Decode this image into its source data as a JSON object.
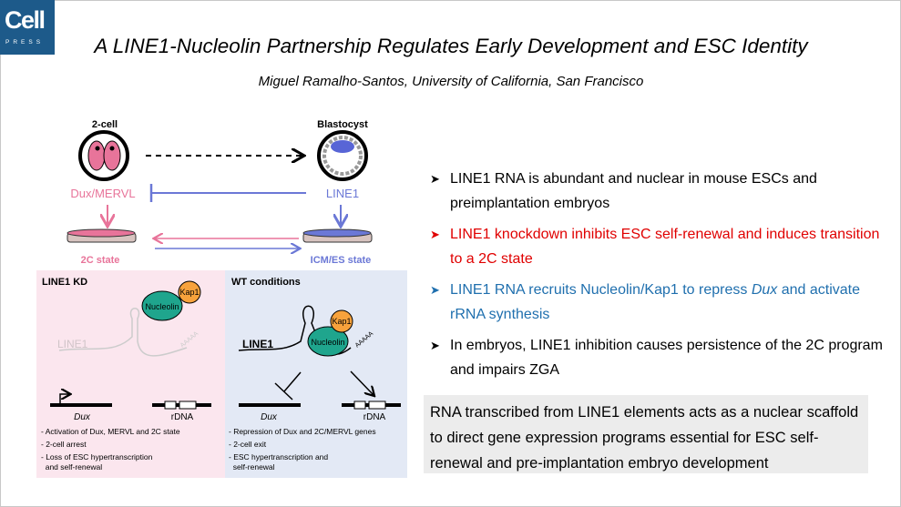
{
  "logo": {
    "word": "Cell",
    "sub": "PRESS",
    "color": "#1d5a8a"
  },
  "title": "A LINE1-Nucleolin Partnership Regulates Early Development and ESC Identity",
  "subtitle": "Miguel Ramalho-Santos, University of California, San Francisco",
  "diagram": {
    "top": {
      "two_cell": "2-cell",
      "blastocyst": "Blastocyst",
      "dux_mervl": "Dux/MERVL",
      "line1": "LINE1",
      "state_2c": "2C state",
      "state_icm": "ICM/ES state"
    },
    "kd_panel": {
      "heading": "LINE1 KD",
      "kap1": "Kap1",
      "nucleolin": "Nucleolin",
      "line1": "LINE1",
      "polya": "AAAAA",
      "dux": "Dux",
      "rdna": "rDNA",
      "notes": [
        "- Activation of Dux, MERVL and 2C state",
        "- 2-cell arrest",
        "- Loss of ESC hypertranscription",
        "  and self-renewal"
      ]
    },
    "wt_panel": {
      "heading": "WT conditions",
      "kap1": "Kap1",
      "nucleolin": "Nucleolin",
      "line1": "LINE1",
      "polya": "AAAAA",
      "dux": "Dux",
      "rdna": "rDNA",
      "notes": [
        "- Repression of Dux and 2C/MERVL genes",
        "- 2-cell exit",
        "- ESC hypertranscription and",
        "  self-renewal"
      ]
    },
    "colors": {
      "pink": "#e8749a",
      "blue": "#6b78d6",
      "pink_bg": "#fbe6ee",
      "blue_bg": "#e3e9f5",
      "nucleolin": "#1fa58d",
      "kap1": "#f7a23c"
    }
  },
  "bullets": [
    {
      "text": "LINE1 RNA is abundant and nuclear in mouse ESCs and preimplantation embryos",
      "color": "#000000"
    },
    {
      "text": "LINE1 knockdown inhibits ESC self-renewal and induces transition to a 2C state",
      "color": "#e00000"
    },
    {
      "text_before": "LINE1 RNA recruits Nucleolin/Kap1 to repress ",
      "italic": "Dux",
      "text_after": " and activate rRNA synthesis",
      "color": "#1f6fae"
    },
    {
      "text": "In embryos, LINE1 inhibition causes persistence of the 2C program and impairs ZGA",
      "color": "#000000"
    }
  ],
  "bullet_icon": "arrowhead-bullet",
  "summary": "RNA transcribed from LINE1 elements acts as a nuclear scaffold to direct gene expression programs essential for ESC self-renewal and pre-implantation embryo development"
}
